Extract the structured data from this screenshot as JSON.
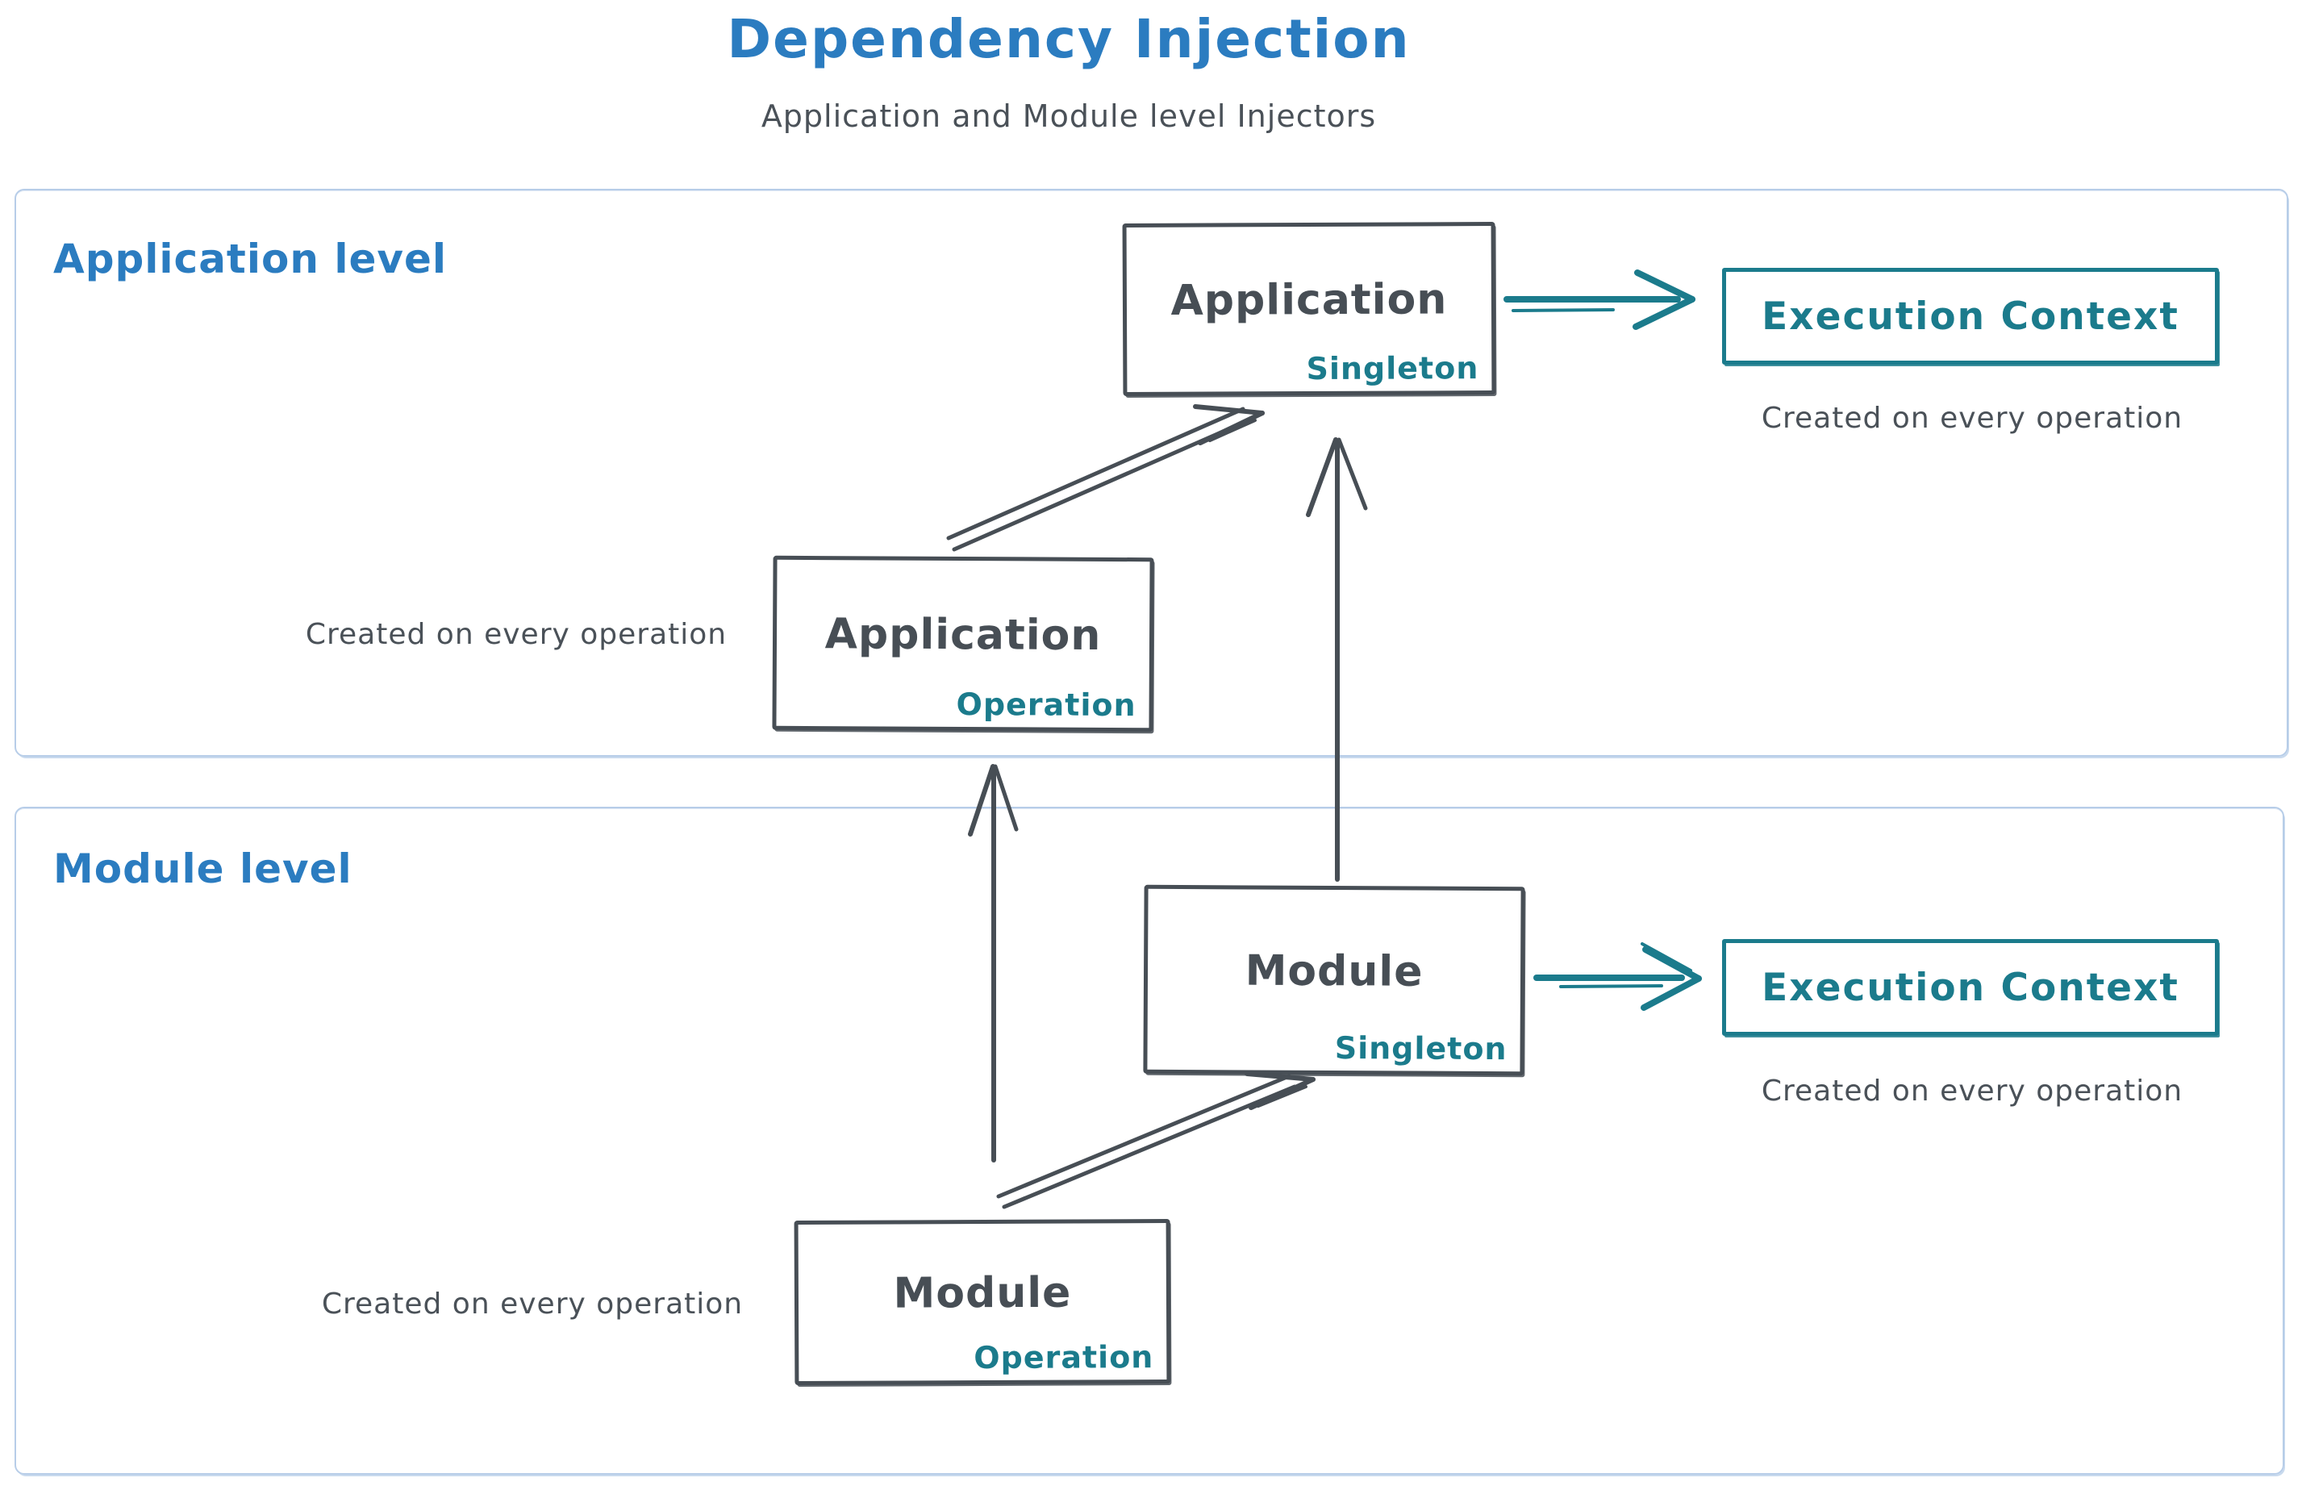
{
  "header": {
    "title": "Dependency Injection",
    "subtitle": "Application and Module level Injectors"
  },
  "application_level": {
    "label": "Application level",
    "singleton_box": {
      "title": "Application",
      "tag": "Singleton"
    },
    "operation_box": {
      "title": "Application",
      "tag": "Operation"
    },
    "operation_caption": "Created on every operation",
    "execution_context": {
      "label": "Execution Context",
      "caption": "Created on every operation"
    }
  },
  "module_level": {
    "label": "Module level",
    "singleton_box": {
      "title": "Module",
      "tag": "Singleton"
    },
    "operation_box": {
      "title": "Module",
      "tag": "Operation"
    },
    "operation_caption": "Created on every operation",
    "execution_context": {
      "label": "Execution Context",
      "caption": "Created on every operation"
    }
  },
  "colors": {
    "title_blue": "#2b7cc0",
    "ink_dark": "#474e55",
    "teal": "#1b7b8c",
    "frame_light_blue": "#b7cde8"
  }
}
